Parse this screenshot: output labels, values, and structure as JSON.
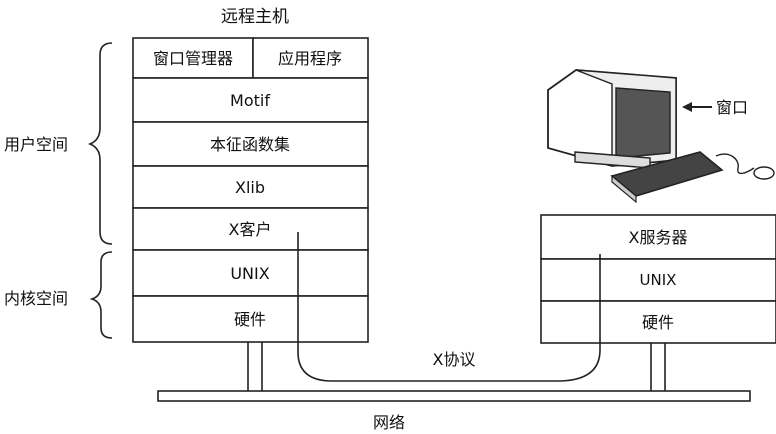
{
  "remote_host": {
    "title": "远程主机",
    "top_row": [
      "窗口管理器",
      "应用程序"
    ],
    "layers": [
      "Motif",
      "本征函数集",
      "Xlib",
      "X客户",
      "UNIX",
      "硬件"
    ]
  },
  "regions": {
    "user_space": "用户空间",
    "kernel_space": "内核空间"
  },
  "server": {
    "layers": [
      "X服务器",
      "UNIX",
      "硬件"
    ],
    "window_label": "窗口"
  },
  "protocol_label": "X协议",
  "network_label": "网络"
}
